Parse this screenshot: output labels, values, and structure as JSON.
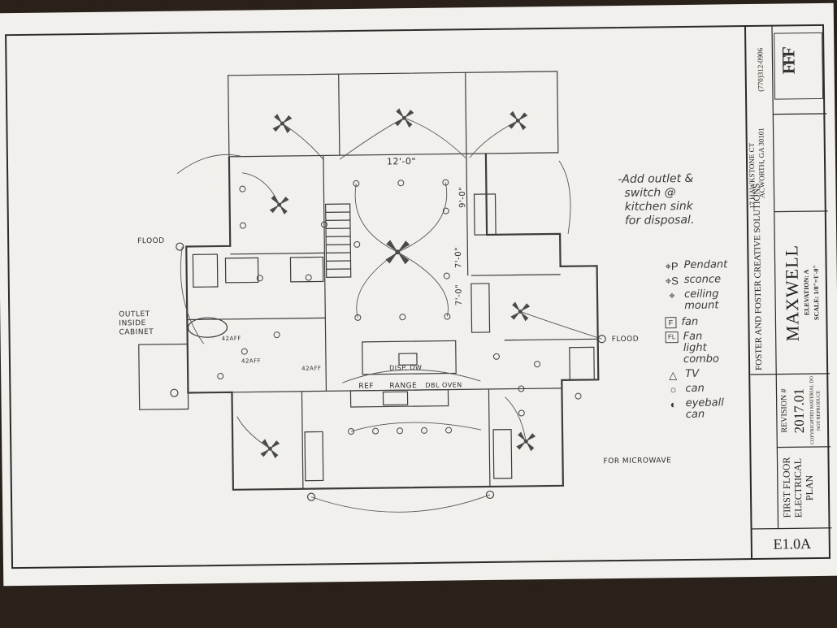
{
  "notes": {
    "main_note": [
      "-Add outlet &",
      "switch @",
      "kitchen sink",
      "for disposal."
    ],
    "flood_left": "FLOOD",
    "flood_right": "FLOOD",
    "outlet_cabinet": [
      "OUTLET",
      "INSIDE",
      "CABINET"
    ],
    "microwave": "FOR MICROWAVE"
  },
  "dimensions": {
    "top": "12'-0\"",
    "right_upper": "9'-0\"",
    "right_lower": "7'-0\"",
    "right_mid": "7'-0\""
  },
  "fixture_labels": {
    "ref": "REF",
    "range": "RANGE",
    "dbl_oven": "DBL OVEN",
    "disp_dw": "DISP. DW",
    "height_1": "42AFF",
    "height_2": "42AFF",
    "height_3": "42AFF"
  },
  "legend": [
    {
      "icon": "pendant-icon",
      "symbol": "⌖P",
      "label": "Pendant"
    },
    {
      "icon": "sconce-icon",
      "symbol": "⌖S",
      "label": "sconce"
    },
    {
      "icon": "ceiling-mount-icon",
      "symbol": "⌖",
      "label": "ceiling mount"
    },
    {
      "icon": "fan-icon",
      "symbol": "F",
      "label": "fan"
    },
    {
      "icon": "fan-light-combo-icon",
      "symbol": "FL",
      "label": "Fan light combo"
    },
    {
      "icon": "tv-icon",
      "symbol": "△",
      "label": "TV"
    },
    {
      "icon": "can-icon",
      "symbol": "○",
      "label": "can"
    },
    {
      "icon": "eyeball-can-icon",
      "symbol": "◐",
      "label": "eyeball can"
    }
  ],
  "title_block": {
    "company": "FOSTER AND FOSTER CREATIVE SOLUTIONS",
    "sheet_title": "FIRST FLOOR ELECTRICAL PLAN",
    "revision_label": "REVISION #",
    "revision": "2017.01",
    "copyright": "COPYRIGHTED MATERIAL DO NOT REPRODUCE",
    "project": "MAXWELL",
    "elevation": "ELEVATION: A",
    "scale": "SCALE: 1/8\"=1'-0\"",
    "address_1": "17 HAWKSTONE CT",
    "address_2": "ACWORTH, GA 30101",
    "phone": "(770)312-0906",
    "sheet_number": "E1.0A",
    "logo_letters": "FFF"
  }
}
